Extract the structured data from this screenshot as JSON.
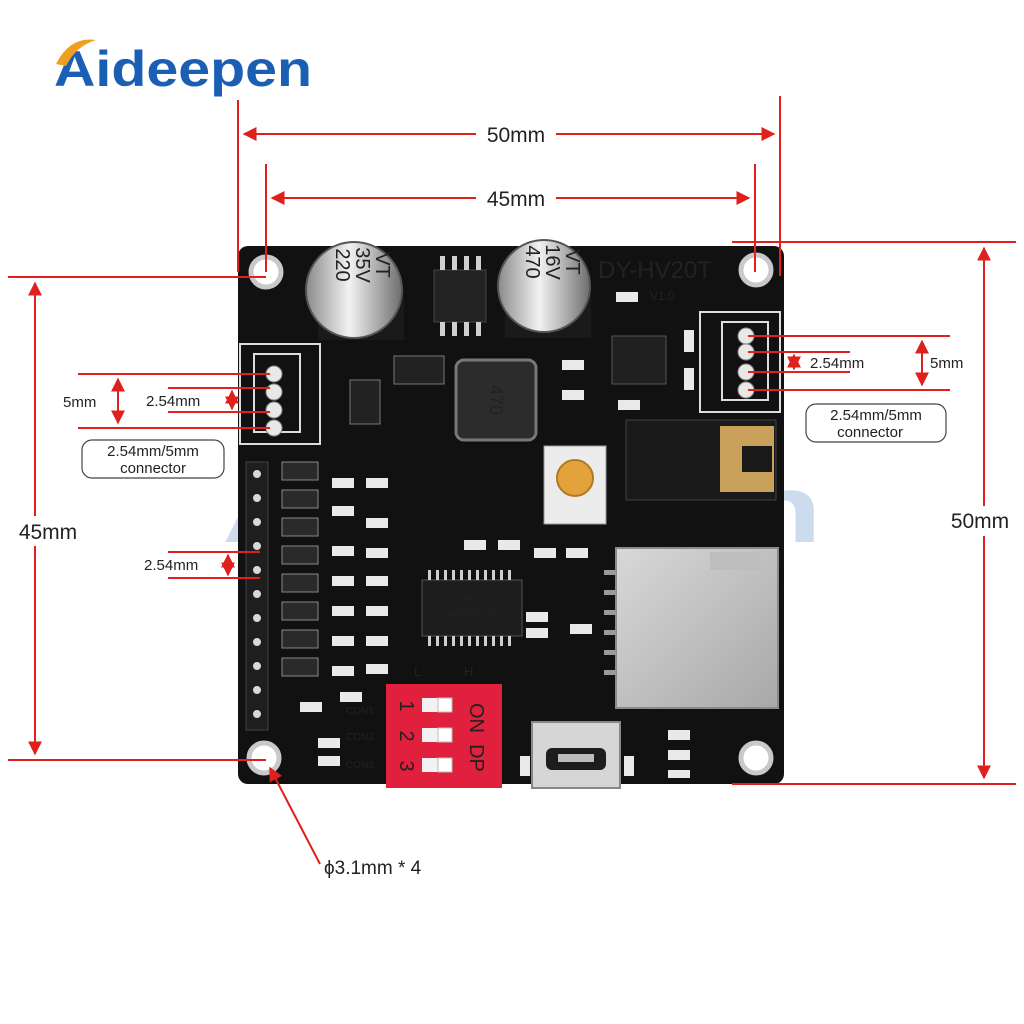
{
  "brand": {
    "name": "Aideepen",
    "colors": {
      "blue": "#1a5fb4",
      "orange": "#f0a020",
      "navy": "#143a78"
    }
  },
  "board": {
    "model": "DY-HV20T",
    "version": "V1.0",
    "capacitor_left": [
      "220",
      "35V",
      "VT"
    ],
    "capacitor_right": [
      "470",
      "16V",
      "VT"
    ],
    "inductor_label": "470",
    "chip_label_1": "DY1900A",
    "chip_label_2": "2018A2",
    "dip_labels": {
      "on": "ON",
      "dp": "DP",
      "num1": "1",
      "num2": "2",
      "num3": "3"
    },
    "con_labels": [
      "CON1",
      "CON2",
      "CON3"
    ],
    "lh_labels": {
      "l": "L",
      "h": "H"
    },
    "colors": {
      "pcb": "#111111",
      "dip": "#e0203c",
      "line": "#e0201c"
    }
  },
  "dimensions": {
    "width_outer": "50mm",
    "width_inner": "45mm",
    "height_left": "45mm",
    "height_right": "50mm",
    "pitch_left_small": "2.54mm",
    "pitch_left_large": "5mm",
    "pitch_right_small": "2.54mm",
    "pitch_right_large": "5mm",
    "pitch_header": "2.54mm",
    "hole": "ϕ3.1mm * 4"
  },
  "callouts": {
    "left": {
      "line1": "2.54mm/5mm",
      "line2": "connector"
    },
    "right": {
      "line1": "2.54mm/5mm",
      "line2": "connector"
    }
  }
}
